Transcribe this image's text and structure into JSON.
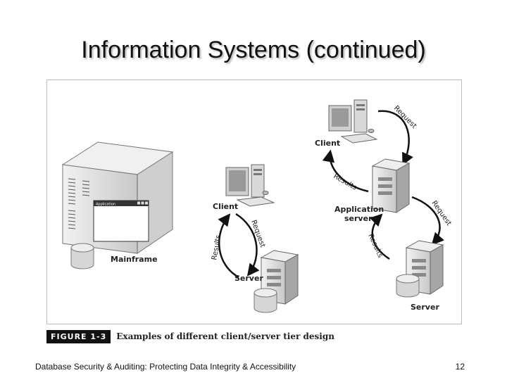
{
  "slide": {
    "title": "Information Systems (continued)",
    "footer_left": "Database Security & Auditing: Protecting Data Integrity & Accessibility",
    "page_number": "12"
  },
  "figure": {
    "tag": "FIGURE 1-3",
    "caption": "Examples of different client/server tier design"
  },
  "diagram": {
    "window_title": "Application",
    "labels": {
      "mainframe": "Mainframe",
      "client_mid": "Client",
      "server_mid": "Server",
      "client_top": "Client",
      "app_server_line1": "Application",
      "app_server_line2": "server",
      "server_bottom": "Server"
    },
    "arrows": {
      "request": "Request",
      "results": "Results"
    }
  },
  "colors": {
    "arrow": "#111111",
    "device_light": "#e6e6e6",
    "device_mid": "#bfbfbf",
    "device_dark": "#8a8a8a"
  }
}
